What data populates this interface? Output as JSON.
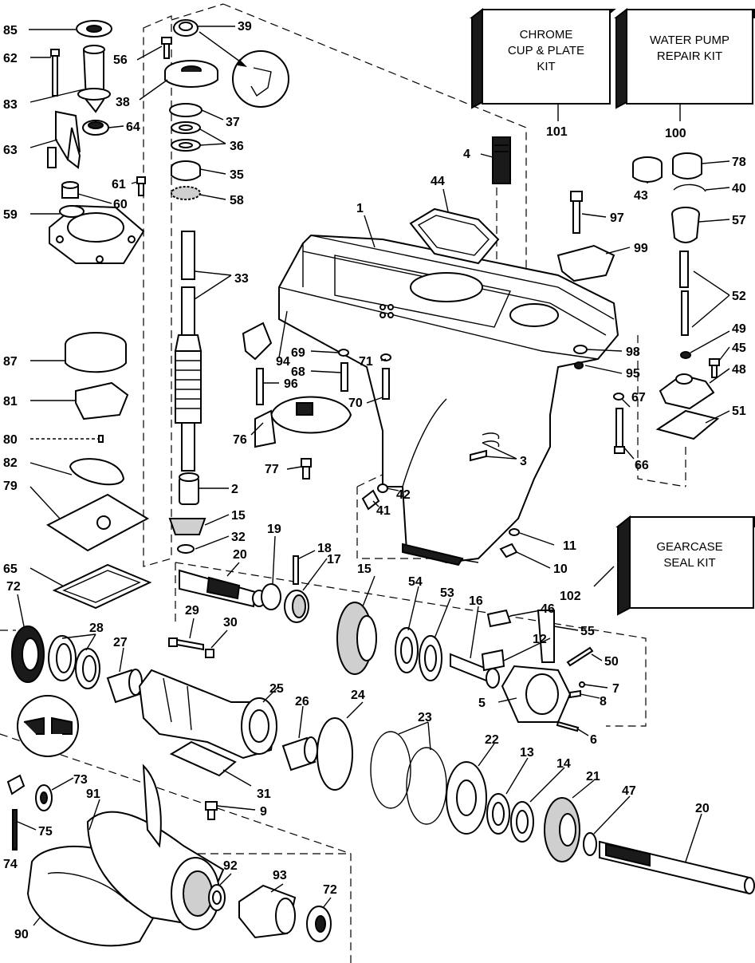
{
  "kits": [
    {
      "id": "chrome-kit",
      "lines": [
        "CHROME",
        "CUP & PLATE",
        "KIT"
      ],
      "number": "101"
    },
    {
      "id": "water-pump-kit",
      "lines": [
        "WATER PUMP",
        "REPAIR KIT"
      ],
      "number": "100"
    },
    {
      "id": "gearcase-kit",
      "lines": [
        "GEARCASE",
        "SEAL KIT"
      ],
      "number": "102"
    }
  ],
  "labels": [
    "85",
    "62",
    "83",
    "63",
    "56",
    "39",
    "38",
    "37",
    "36",
    "35",
    "58",
    "64",
    "61",
    "60",
    "59",
    "33",
    "87",
    "81",
    "80",
    "82",
    "79",
    "65",
    "72",
    "28",
    "27",
    "2",
    "15",
    "32",
    "19",
    "20",
    "18",
    "17",
    "29",
    "30",
    "25",
    "26",
    "24",
    "31",
    "9",
    "73",
    "91",
    "75",
    "74",
    "90",
    "92",
    "93",
    "72",
    "4",
    "44",
    "1",
    "97",
    "99",
    "43",
    "78",
    "40",
    "57",
    "52",
    "49",
    "45",
    "48",
    "51",
    "94",
    "69",
    "68",
    "71",
    "96",
    "98",
    "95",
    "70",
    "67",
    "66",
    "3",
    "76",
    "77",
    "42",
    "41",
    "11",
    "10",
    "15",
    "54",
    "53",
    "16",
    "46",
    "55",
    "12",
    "50",
    "7",
    "8",
    "5",
    "6",
    "23",
    "22",
    "13",
    "14",
    "21",
    "47",
    "20"
  ]
}
